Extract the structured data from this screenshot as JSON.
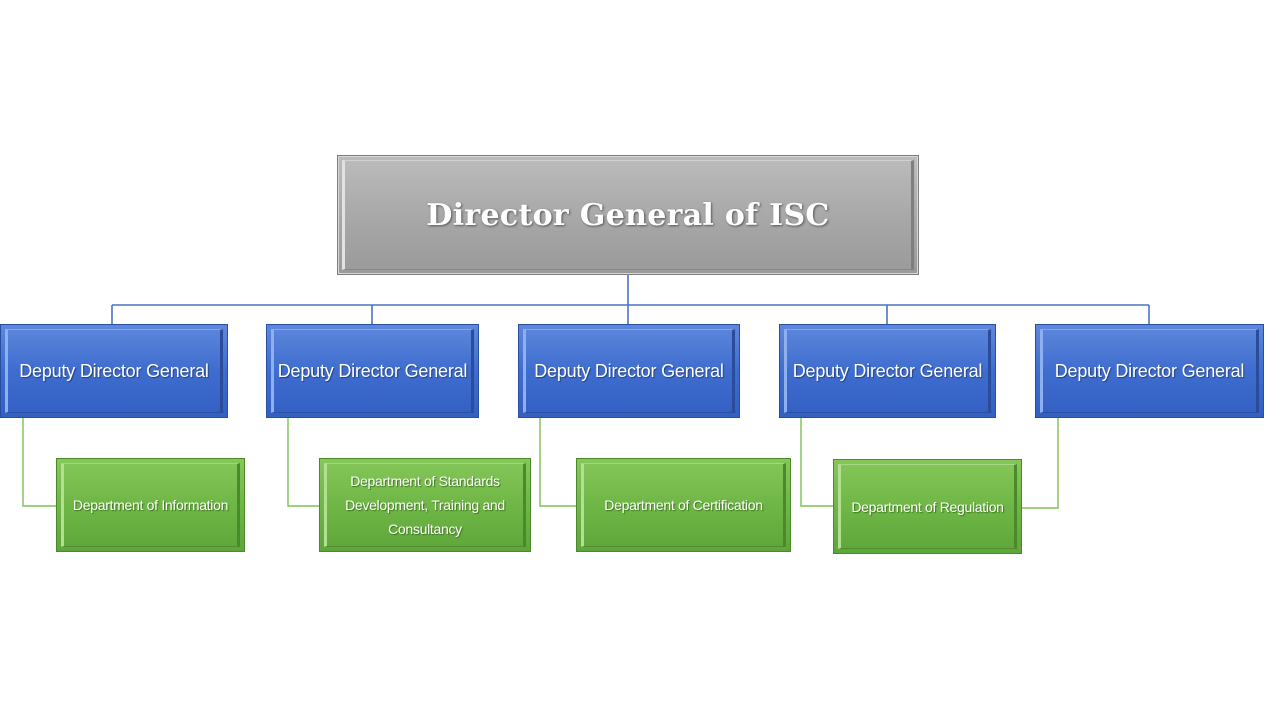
{
  "root": {
    "title": "Director General of ISC"
  },
  "deputies": [
    {
      "label": "Deputy Director General"
    },
    {
      "label": "Deputy Director General"
    },
    {
      "label": "Deputy Director General"
    },
    {
      "label": "Deputy Director General"
    },
    {
      "label": "Deputy Director General"
    }
  ],
  "departments": [
    {
      "label": "Department of Information"
    },
    {
      "label": "Department of Standards Development, Training and Consultancy"
    },
    {
      "label": "Department of Certification"
    },
    {
      "label": "Department of Regulation"
    }
  ],
  "colors": {
    "root_fill": "#a9a9a9",
    "deputy_fill": "#4472c4",
    "department_fill": "#70ad47",
    "root_connector": "#4472c4",
    "department_connector": "#70ad47",
    "text": "#ffffff"
  }
}
